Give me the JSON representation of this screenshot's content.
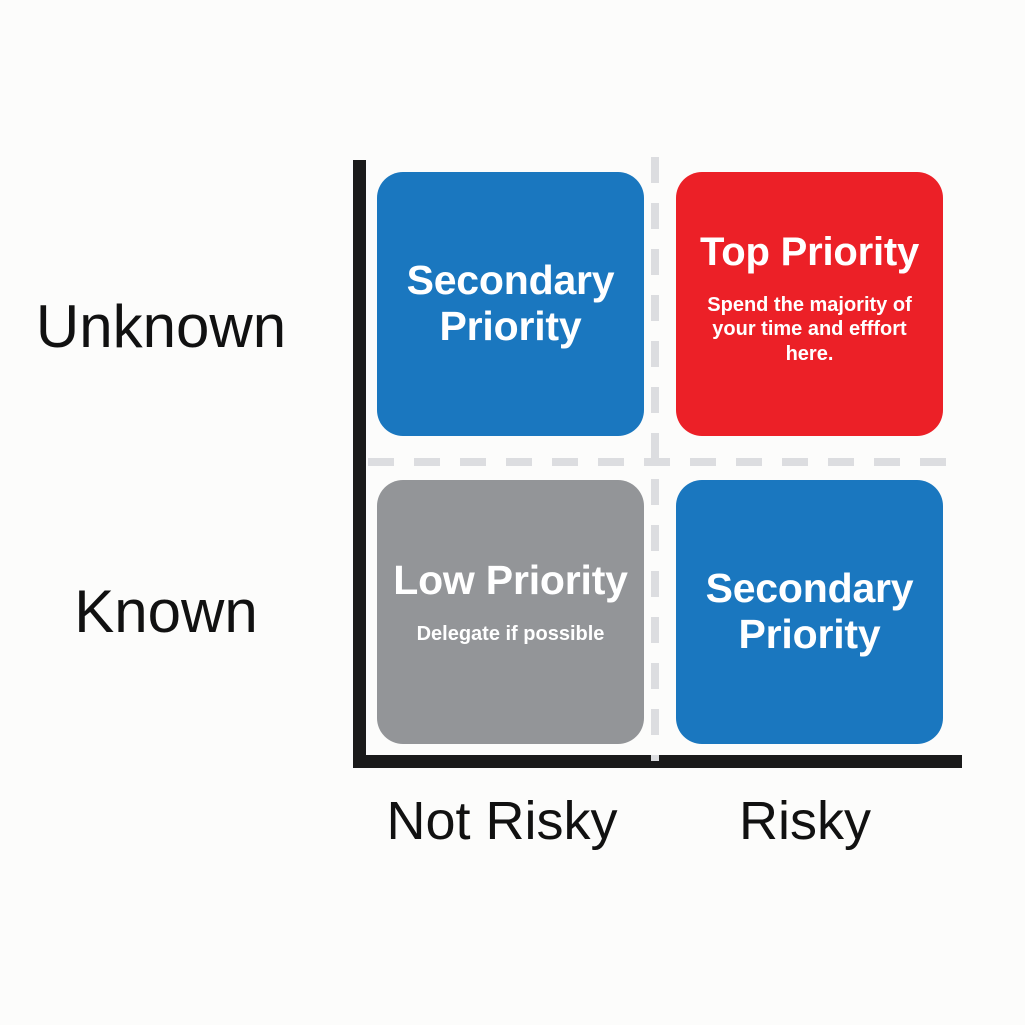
{
  "diagram": {
    "type": "2x2-priority-matrix",
    "background_color": "#fcfcfb",
    "axis_color": "#1a1a1a",
    "divider_color": "#dcdde0"
  },
  "axes": {
    "y_axis": {
      "name": "knowledge-axis",
      "labels": [
        {
          "key": "unknown",
          "text": "Unknown"
        },
        {
          "key": "known",
          "text": "Known"
        }
      ]
    },
    "x_axis": {
      "name": "risk-axis",
      "labels": [
        {
          "key": "not_risky",
          "text": "Not Risky"
        },
        {
          "key": "risky",
          "text": "Risky"
        }
      ]
    }
  },
  "quadrants": {
    "top_left": {
      "title": "Secondary Priority",
      "subtitle": "",
      "color": "#1a77bf",
      "row": "Unknown",
      "column": "Not Risky"
    },
    "top_right": {
      "title": "Top Priority",
      "subtitle": "Spend the majority of your time and efffort here.",
      "color": "#ec2027",
      "row": "Unknown",
      "column": "Risky"
    },
    "bottom_left": {
      "title": "Low Priority",
      "subtitle": "Delegate if possible",
      "color": "#939598",
      "row": "Known",
      "column": "Not Risky"
    },
    "bottom_right": {
      "title": "Secondary Priority",
      "subtitle": "",
      "color": "#1a77bf",
      "row": "Known",
      "column": "Risky"
    }
  }
}
